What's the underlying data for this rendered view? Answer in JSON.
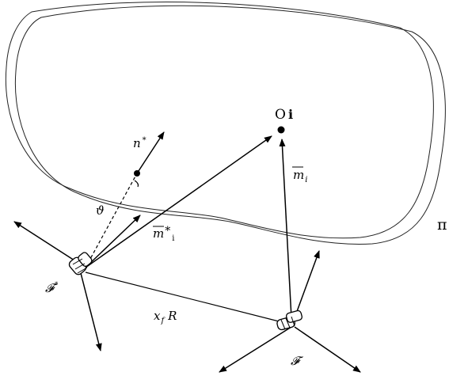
{
  "labels": {
    "plane": "π",
    "point_o": "O",
    "point_o_sub": "i",
    "normal": "n",
    "normal_sup": "*",
    "m_i": "m",
    "m_i_sub": "i",
    "m_star": "m",
    "m_star_sup": "*",
    "m_star_sub": "i",
    "frame_star": "𝓕",
    "frame_star_sup": "*",
    "frame": "𝓕",
    "baseline": "x",
    "baseline_sub": "f",
    "rotation": "R",
    "angle": "ϑ"
  }
}
